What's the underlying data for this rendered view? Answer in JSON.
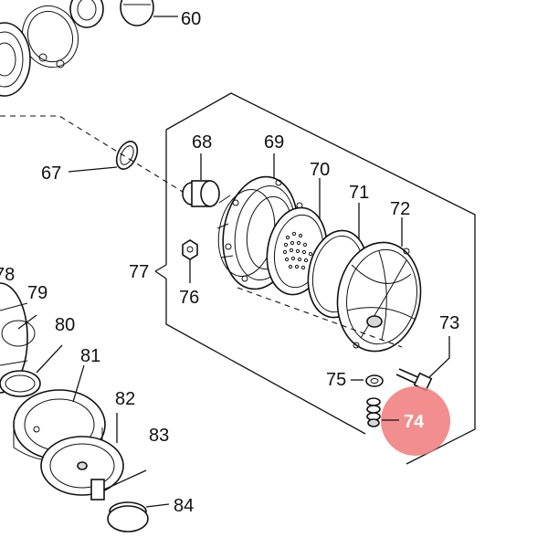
{
  "diagram": {
    "callouts": {
      "c60": "60",
      "c67": "67",
      "c68": "68",
      "c69": "69",
      "c70": "70",
      "c71": "71",
      "c72": "72",
      "c73": "73",
      "c74": "74",
      "c75": "75",
      "c76": "76",
      "c77": "77",
      "c78": "78",
      "c79": "79",
      "c80": "80",
      "c81": "81",
      "c82": "82",
      "c83": "83",
      "c84": "84"
    },
    "highlight": {
      "callout": "74",
      "color": "#f07a7a"
    }
  }
}
